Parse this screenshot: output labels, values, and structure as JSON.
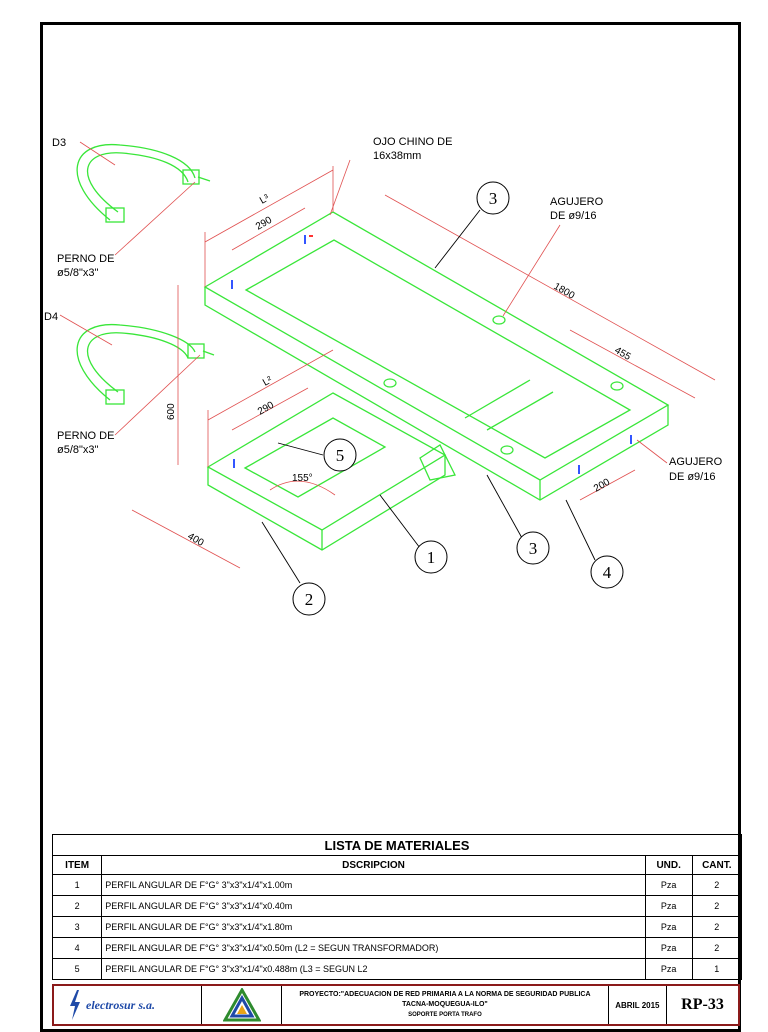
{
  "labels": {
    "d3": "D3",
    "d4": "D4",
    "perno_1a": "PERNO DE",
    "perno_1b": "ø5/8\"x3\"",
    "perno_2a": "PERNO DE",
    "perno_2b": "ø5/8\"x3\"",
    "ojo_a": "OJO CHINO DE",
    "ojo_b": "16x38mm",
    "agujero_1a": "AGUJERO",
    "agujero_1b": "DE ø9/16",
    "agujero_2a": "AGUJERO",
    "agujero_2b": "DE ø9/16"
  },
  "dimensions": {
    "l3": "L³",
    "l2": "L²",
    "d290a": "290",
    "d290b": "290",
    "d1800": "1800",
    "d455": "455",
    "d600": "600",
    "d400": "400",
    "d200": "200",
    "angle": "155°"
  },
  "bubbles": [
    "3",
    "5",
    "1",
    "3",
    "4",
    "2"
  ],
  "bom": {
    "title": "LISTA DE MATERIALES",
    "headers": [
      "ITEM",
      "DSCRIPCION",
      "UND.",
      "CANT."
    ],
    "rows": [
      {
        "item": "1",
        "desc": "PERFIL ANGULAR DE F°G° 3\"x3\"x1/4\"x1.00m",
        "und": "Pza",
        "cant": "2"
      },
      {
        "item": "2",
        "desc": "PERFIL ANGULAR DE F°G° 3\"x3\"x1/4\"x0.40m",
        "und": "Pza",
        "cant": "2"
      },
      {
        "item": "3",
        "desc": "PERFIL ANGULAR DE F°G° 3\"x3\"x1/4\"x1.80m",
        "und": "Pza",
        "cant": "2"
      },
      {
        "item": "4",
        "desc": "PERFIL ANGULAR DE F°G° 3\"x3\"x1/4\"x0.50m (L2 = SEGUN TRANSFORMADOR)",
        "und": "Pza",
        "cant": "2"
      },
      {
        "item": "5",
        "desc": "PERFIL ANGULAR DE F°G° 3\"x3\"x1/4\"x0.488m (L3 = SEGUN L2",
        "und": "Pza",
        "cant": "1"
      }
    ]
  },
  "titleblock": {
    "company": "electrosur s.a.",
    "project_line1": "PROYECTO:\"ADECUACION DE RED PRIMARIA A LA NORMA DE SEGURIDAD PUBLICA",
    "project_line2": "TACNA-MOQUEGUA-ILO\"",
    "project_line3": "SOPORTE PORTA TRAFO",
    "date": "ABRIL 2015",
    "plan": "RP-33"
  },
  "colors": {
    "drawing_green": "#39e639",
    "dimension_red": "#e05050",
    "border_red": "#8b1a1a",
    "logo_blue": "#1f4aa8"
  }
}
